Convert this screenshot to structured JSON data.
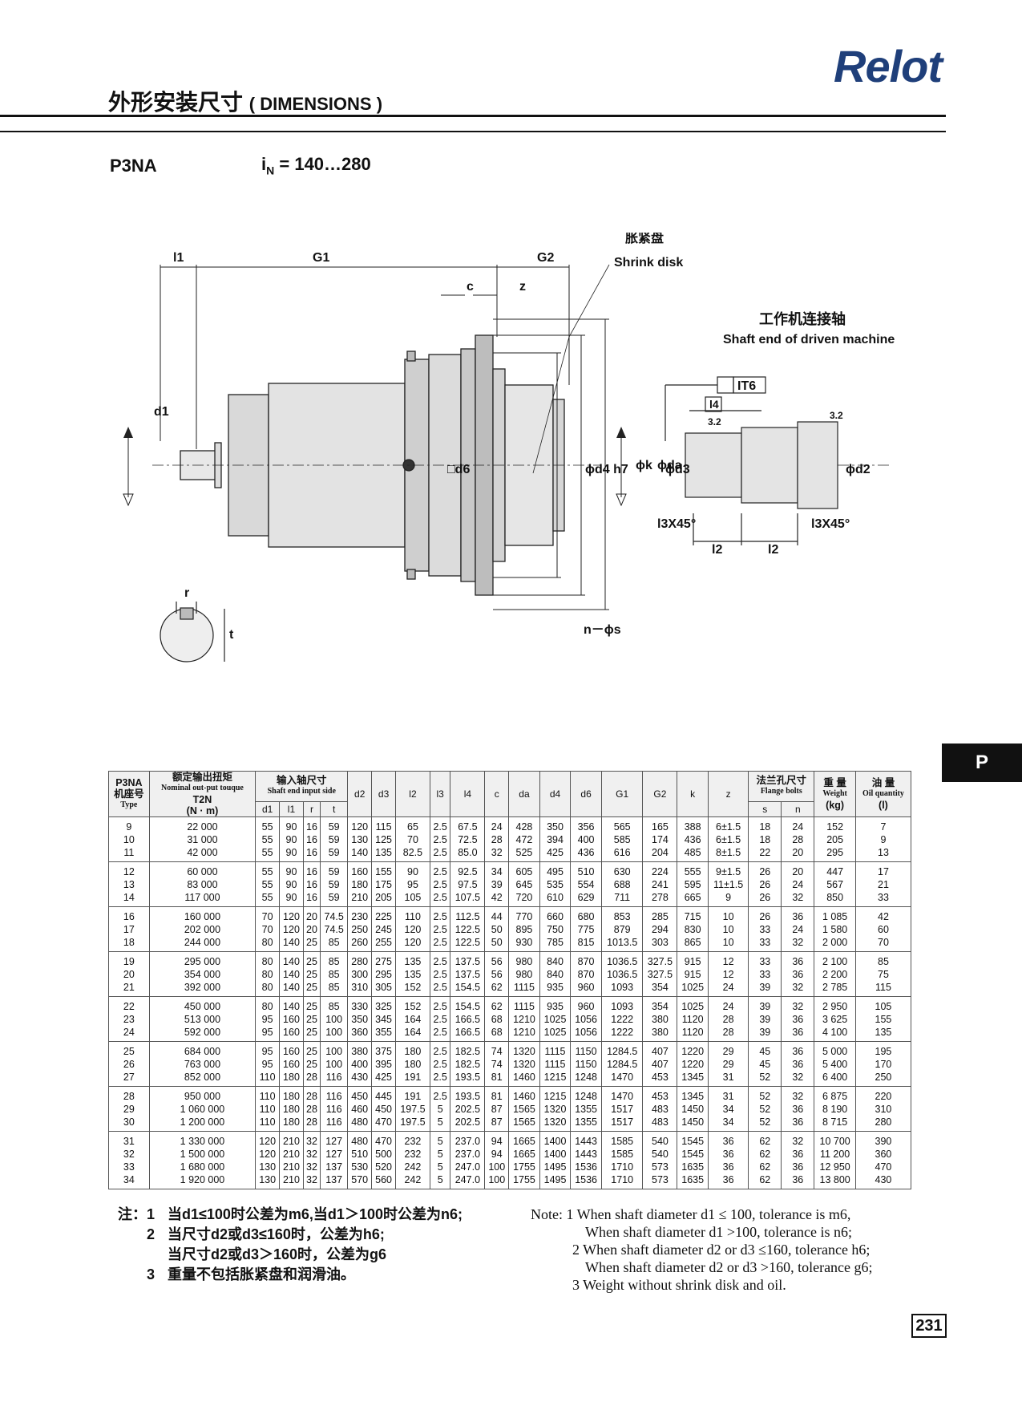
{
  "brand": "Relot",
  "header": {
    "title_cn": "外形安装尺寸",
    "title_en": "( DIMENSIONS )"
  },
  "model": "P3NA",
  "ratio": {
    "prefix": "i",
    "sub": "N",
    "range": "= 140…280"
  },
  "section_tab": "P",
  "drawing": {
    "shrink_disk_cn": "胀紧盘",
    "shrink_disk_en": "Shrink  disk",
    "driven_cn": "工作机连接轴",
    "driven_en": "Shaft end of driven machine",
    "labels": {
      "l1": "l1",
      "G1": "G1",
      "G2": "G2",
      "c": "c",
      "z": "z",
      "d1": "d1",
      "d6": "□d6",
      "d4": "ϕd4 h7",
      "k": "ϕk",
      "da": "ϕda",
      "ns": "n－ϕs",
      "r": "r",
      "t": "t",
      "IT6": "IT6",
      "l4": "l4",
      "r32a": "3.2",
      "r32b": "3.2",
      "d3": "ϕd3",
      "d2": "ϕd2",
      "l3a": "l3X45°",
      "l3b": "l3X45°",
      "l2a": "l2",
      "l2b": "l2"
    }
  },
  "table": {
    "h": {
      "type_cn": "P3NA",
      "type_cn2": "机座号",
      "type_en": "Type",
      "torque_cn": "额定输出扭矩",
      "torque_en": "Nominal out-put touque",
      "torque_sym": "T2N",
      "torque_unit": "(N · m)",
      "input_cn": "输入轴尺寸",
      "input_en": "Shaft end input side",
      "d1": "d1",
      "l1": "l1",
      "r": "r",
      "t": "t",
      "d2": "d2",
      "d3": "d3",
      "l2": "l2",
      "l3": "l3",
      "l4": "l4",
      "c": "c",
      "da": "da",
      "d4": "d4",
      "d6": "d6",
      "G1": "G1",
      "G2": "G2",
      "k": "k",
      "z": "z",
      "flange_cn": "法兰孔尺寸",
      "flange_en": "Flange bolts",
      "s": "s",
      "n": "n",
      "weight_cn": "重 量",
      "weight_en": "Weight",
      "weight_unit": "(kg)",
      "oil_cn": "油 量",
      "oil_en": "Oil quantity",
      "oil_unit": "(l)"
    },
    "rows": [
      [
        "9",
        "22 000",
        "55",
        "90",
        "16",
        "59",
        "120",
        "115",
        "65",
        "2.5",
        "67.5",
        "24",
        "428",
        "350",
        "356",
        "565",
        "165",
        "388",
        "6±1.5",
        "18",
        "24",
        "152",
        "7"
      ],
      [
        "10",
        "31 000",
        "55",
        "90",
        "16",
        "59",
        "130",
        "125",
        "70",
        "2.5",
        "72.5",
        "28",
        "472",
        "394",
        "400",
        "585",
        "174",
        "436",
        "6±1.5",
        "18",
        "28",
        "205",
        "9"
      ],
      [
        "11",
        "42 000",
        "55",
        "90",
        "16",
        "59",
        "140",
        "135",
        "82.5",
        "2.5",
        "85.0",
        "32",
        "525",
        "425",
        "436",
        "616",
        "204",
        "485",
        "8±1.5",
        "22",
        "20",
        "295",
        "13"
      ],
      [
        "12",
        "60 000",
        "55",
        "90",
        "16",
        "59",
        "160",
        "155",
        "90",
        "2.5",
        "92.5",
        "34",
        "605",
        "495",
        "510",
        "630",
        "224",
        "555",
        "9±1.5",
        "26",
        "20",
        "447",
        "17"
      ],
      [
        "13",
        "83 000",
        "55",
        "90",
        "16",
        "59",
        "180",
        "175",
        "95",
        "2.5",
        "97.5",
        "39",
        "645",
        "535",
        "554",
        "688",
        "241",
        "595",
        "11±1.5",
        "26",
        "24",
        "567",
        "21"
      ],
      [
        "14",
        "117 000",
        "55",
        "90",
        "16",
        "59",
        "210",
        "205",
        "105",
        "2.5",
        "107.5",
        "42",
        "720",
        "610",
        "629",
        "711",
        "278",
        "665",
        "9",
        "26",
        "32",
        "850",
        "33"
      ],
      [
        "16",
        "160 000",
        "70",
        "120",
        "20",
        "74.5",
        "230",
        "225",
        "110",
        "2.5",
        "112.5",
        "44",
        "770",
        "660",
        "680",
        "853",
        "285",
        "715",
        "10",
        "26",
        "36",
        "1 085",
        "42"
      ],
      [
        "17",
        "202 000",
        "70",
        "120",
        "20",
        "74.5",
        "250",
        "245",
        "120",
        "2.5",
        "122.5",
        "50",
        "895",
        "750",
        "775",
        "879",
        "294",
        "830",
        "10",
        "33",
        "24",
        "1 580",
        "60"
      ],
      [
        "18",
        "244 000",
        "80",
        "140",
        "25",
        "85",
        "260",
        "255",
        "120",
        "2.5",
        "122.5",
        "50",
        "930",
        "785",
        "815",
        "1013.5",
        "303",
        "865",
        "10",
        "33",
        "32",
        "2 000",
        "70"
      ],
      [
        "19",
        "295 000",
        "80",
        "140",
        "25",
        "85",
        "280",
        "275",
        "135",
        "2.5",
        "137.5",
        "56",
        "980",
        "840",
        "870",
        "1036.5",
        "327.5",
        "915",
        "12",
        "33",
        "36",
        "2 100",
        "85"
      ],
      [
        "20",
        "354 000",
        "80",
        "140",
        "25",
        "85",
        "300",
        "295",
        "135",
        "2.5",
        "137.5",
        "56",
        "980",
        "840",
        "870",
        "1036.5",
        "327.5",
        "915",
        "12",
        "33",
        "36",
        "2 200",
        "75"
      ],
      [
        "21",
        "392 000",
        "80",
        "140",
        "25",
        "85",
        "310",
        "305",
        "152",
        "2.5",
        "154.5",
        "62",
        "1115",
        "935",
        "960",
        "1093",
        "354",
        "1025",
        "24",
        "39",
        "32",
        "2 785",
        "115"
      ],
      [
        "22",
        "450 000",
        "80",
        "140",
        "25",
        "85",
        "330",
        "325",
        "152",
        "2.5",
        "154.5",
        "62",
        "1115",
        "935",
        "960",
        "1093",
        "354",
        "1025",
        "24",
        "39",
        "32",
        "2 950",
        "105"
      ],
      [
        "23",
        "513 000",
        "95",
        "160",
        "25",
        "100",
        "350",
        "345",
        "164",
        "2.5",
        "166.5",
        "68",
        "1210",
        "1025",
        "1056",
        "1222",
        "380",
        "1120",
        "28",
        "39",
        "36",
        "3 625",
        "155"
      ],
      [
        "24",
        "592 000",
        "95",
        "160",
        "25",
        "100",
        "360",
        "355",
        "164",
        "2.5",
        "166.5",
        "68",
        "1210",
        "1025",
        "1056",
        "1222",
        "380",
        "1120",
        "28",
        "39",
        "36",
        "4 100",
        "135"
      ],
      [
        "25",
        "684 000",
        "95",
        "160",
        "25",
        "100",
        "380",
        "375",
        "180",
        "2.5",
        "182.5",
        "74",
        "1320",
        "1115",
        "1150",
        "1284.5",
        "407",
        "1220",
        "29",
        "45",
        "36",
        "5 000",
        "195"
      ],
      [
        "26",
        "763 000",
        "95",
        "160",
        "25",
        "100",
        "400",
        "395",
        "180",
        "2.5",
        "182.5",
        "74",
        "1320",
        "1115",
        "1150",
        "1284.5",
        "407",
        "1220",
        "29",
        "45",
        "36",
        "5 400",
        "170"
      ],
      [
        "27",
        "852 000",
        "110",
        "180",
        "28",
        "116",
        "430",
        "425",
        "191",
        "2.5",
        "193.5",
        "81",
        "1460",
        "1215",
        "1248",
        "1470",
        "453",
        "1345",
        "31",
        "52",
        "32",
        "6 400",
        "250"
      ],
      [
        "28",
        "950 000",
        "110",
        "180",
        "28",
        "116",
        "450",
        "445",
        "191",
        "2.5",
        "193.5",
        "81",
        "1460",
        "1215",
        "1248",
        "1470",
        "453",
        "1345",
        "31",
        "52",
        "32",
        "6 875",
        "220"
      ],
      [
        "29",
        "1 060 000",
        "110",
        "180",
        "28",
        "116",
        "460",
        "450",
        "197.5",
        "5",
        "202.5",
        "87",
        "1565",
        "1320",
        "1355",
        "1517",
        "483",
        "1450",
        "34",
        "52",
        "36",
        "8 190",
        "310"
      ],
      [
        "30",
        "1 200 000",
        "110",
        "180",
        "28",
        "116",
        "480",
        "470",
        "197.5",
        "5",
        "202.5",
        "87",
        "1565",
        "1320",
        "1355",
        "1517",
        "483",
        "1450",
        "34",
        "52",
        "36",
        "8 715",
        "280"
      ],
      [
        "31",
        "1 330 000",
        "120",
        "210",
        "32",
        "127",
        "480",
        "470",
        "232",
        "5",
        "237.0",
        "94",
        "1665",
        "1400",
        "1443",
        "1585",
        "540",
        "1545",
        "36",
        "62",
        "32",
        "10 700",
        "390"
      ],
      [
        "32",
        "1 500 000",
        "120",
        "210",
        "32",
        "127",
        "510",
        "500",
        "232",
        "5",
        "237.0",
        "94",
        "1665",
        "1400",
        "1443",
        "1585",
        "540",
        "1545",
        "36",
        "62",
        "36",
        "11 200",
        "360"
      ],
      [
        "33",
        "1 680 000",
        "130",
        "210",
        "32",
        "137",
        "530",
        "520",
        "242",
        "5",
        "247.0",
        "100",
        "1755",
        "1495",
        "1536",
        "1710",
        "573",
        "1635",
        "36",
        "62",
        "36",
        "12 950",
        "470"
      ],
      [
        "34",
        "1 920 000",
        "130",
        "210",
        "32",
        "137",
        "570",
        "560",
        "242",
        "5",
        "247.0",
        "100",
        "1755",
        "1495",
        "1536",
        "1710",
        "573",
        "1635",
        "36",
        "62",
        "36",
        "13 800",
        "430"
      ]
    ]
  },
  "notes_cn": [
    {
      "n": "注：1",
      "t": "当d1≤100时公差为m6,当d1＞100时公差为n6;"
    },
    {
      "n": "2",
      "t": "当尺寸d2或d3≤160时，公差为h6;"
    },
    {
      "n": "",
      "t": "当尺寸d2或d3＞160时，公差为g6"
    },
    {
      "n": "3",
      "t": "重量不包括胀紧盘和润滑油。"
    }
  ],
  "notes_en": [
    "Note:  1 When shaft diameter d1 ≤ 100, tolerance is m6,",
    "When shaft diameter d1 >100, tolerance is n6;",
    "2 When shaft diameter d2 or d3  ≤160, tolerance h6;",
    "When shaft diameter d2 or d3 >160, tolerance g6;",
    "3 Weight without shrink disk and oil."
  ],
  "page_number": "231"
}
